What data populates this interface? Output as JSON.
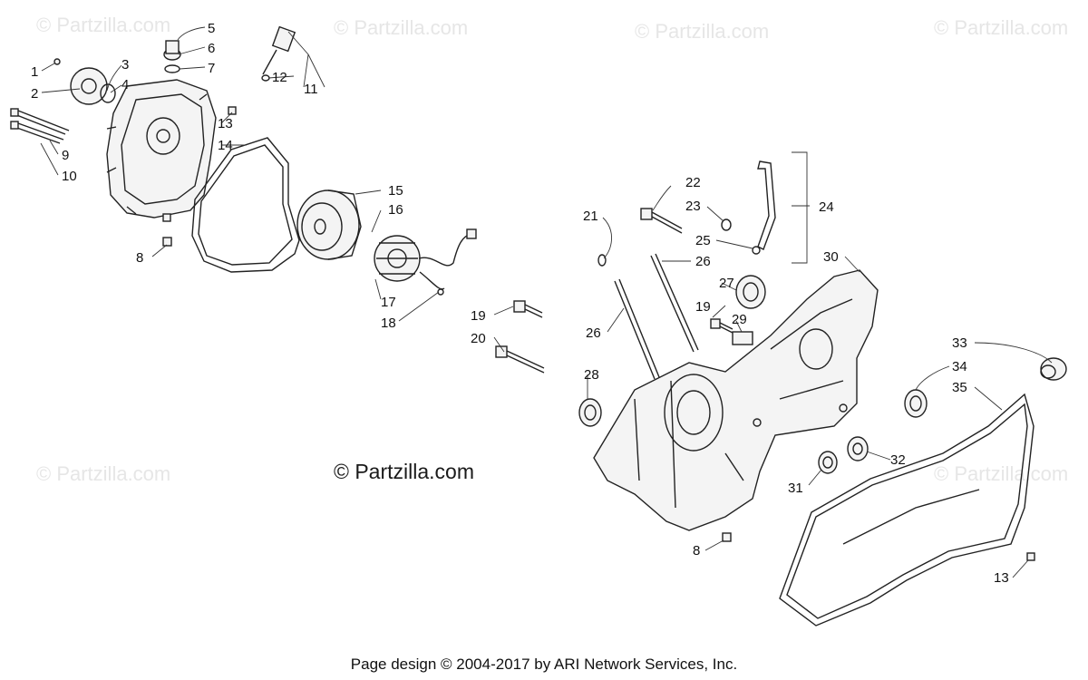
{
  "watermarks": [
    "© Partzilla.com",
    "© Partzilla.com",
    "© Partzilla.com",
    "© Partzilla.com",
    "© Partzilla.com",
    "© Partzilla.com"
  ],
  "center_watermark": "© Partzilla.com",
  "footer": "Page design © 2004-2017 by ARI Network Services, Inc.",
  "callouts": [
    "1",
    "2",
    "3",
    "4",
    "5",
    "6",
    "7",
    "8",
    "9",
    "10",
    "11",
    "12",
    "13",
    "14",
    "15",
    "16",
    "17",
    "18",
    "19",
    "20",
    "21",
    "22",
    "23",
    "24",
    "25",
    "26",
    "26",
    "27",
    "19",
    "29",
    "30",
    "33",
    "34",
    "35",
    "28",
    "32",
    "31",
    "8",
    "13"
  ],
  "icons": [
    "stator-cover-icon",
    "flywheel-icon",
    "stator-icon",
    "crankcase-half-icon",
    "crankcase-gasket-icon",
    "oil-seal-icon",
    "bearing-icon",
    "stud-icon",
    "bolt-icon",
    "dipstick-icon",
    "breather-hose-icon"
  ]
}
